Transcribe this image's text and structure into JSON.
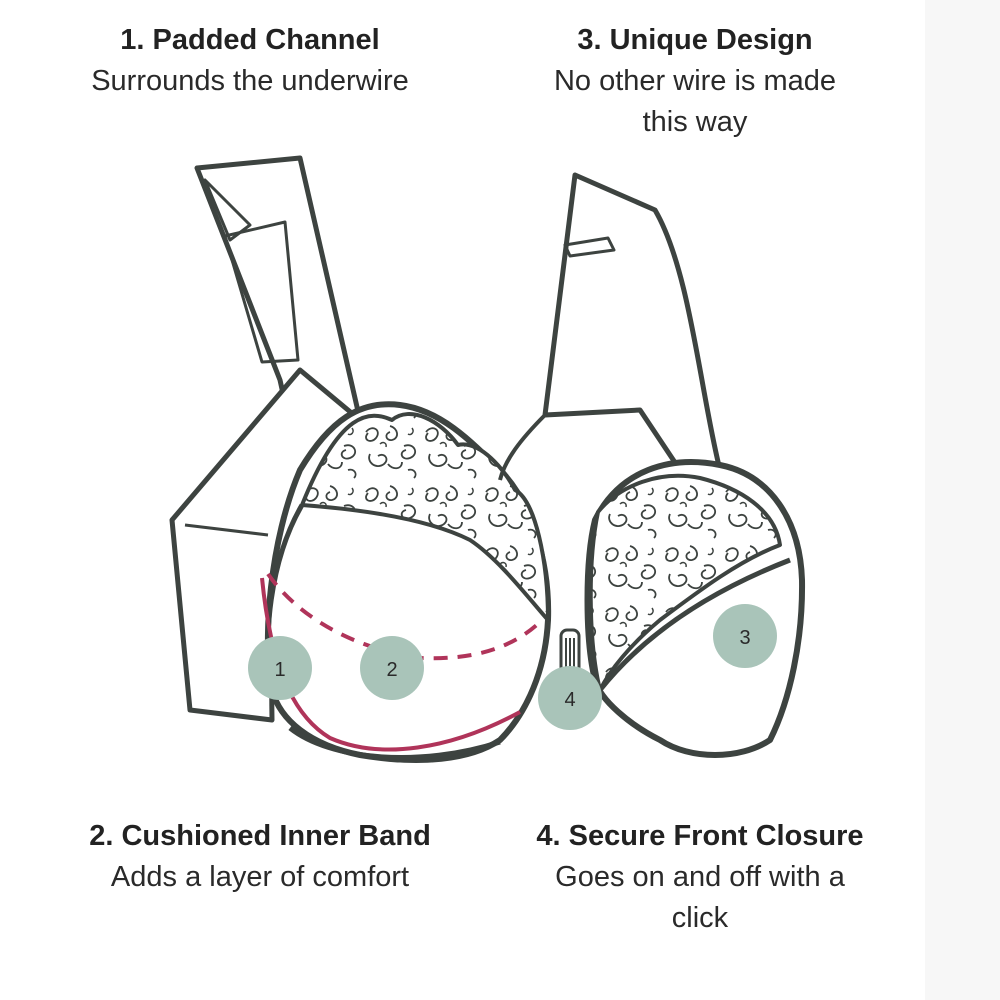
{
  "features": [
    {
      "title": "1. Padded Channel",
      "description": "Surrounds the underwire"
    },
    {
      "title": "3. Unique Design",
      "description": "No other wire is made this way"
    },
    {
      "title": "2. Cushioned Inner Band",
      "description": "Adds a layer of comfort"
    },
    {
      "title": "4. Secure Front Closure",
      "description": "Goes on and off with a click"
    }
  ],
  "markers": [
    "1",
    "2",
    "3",
    "4"
  ],
  "colors": {
    "outline": "#3d4340",
    "marker_fill": "#a9c4b9",
    "wire_highlight": "#b0345a",
    "lace": "#3d4340"
  }
}
